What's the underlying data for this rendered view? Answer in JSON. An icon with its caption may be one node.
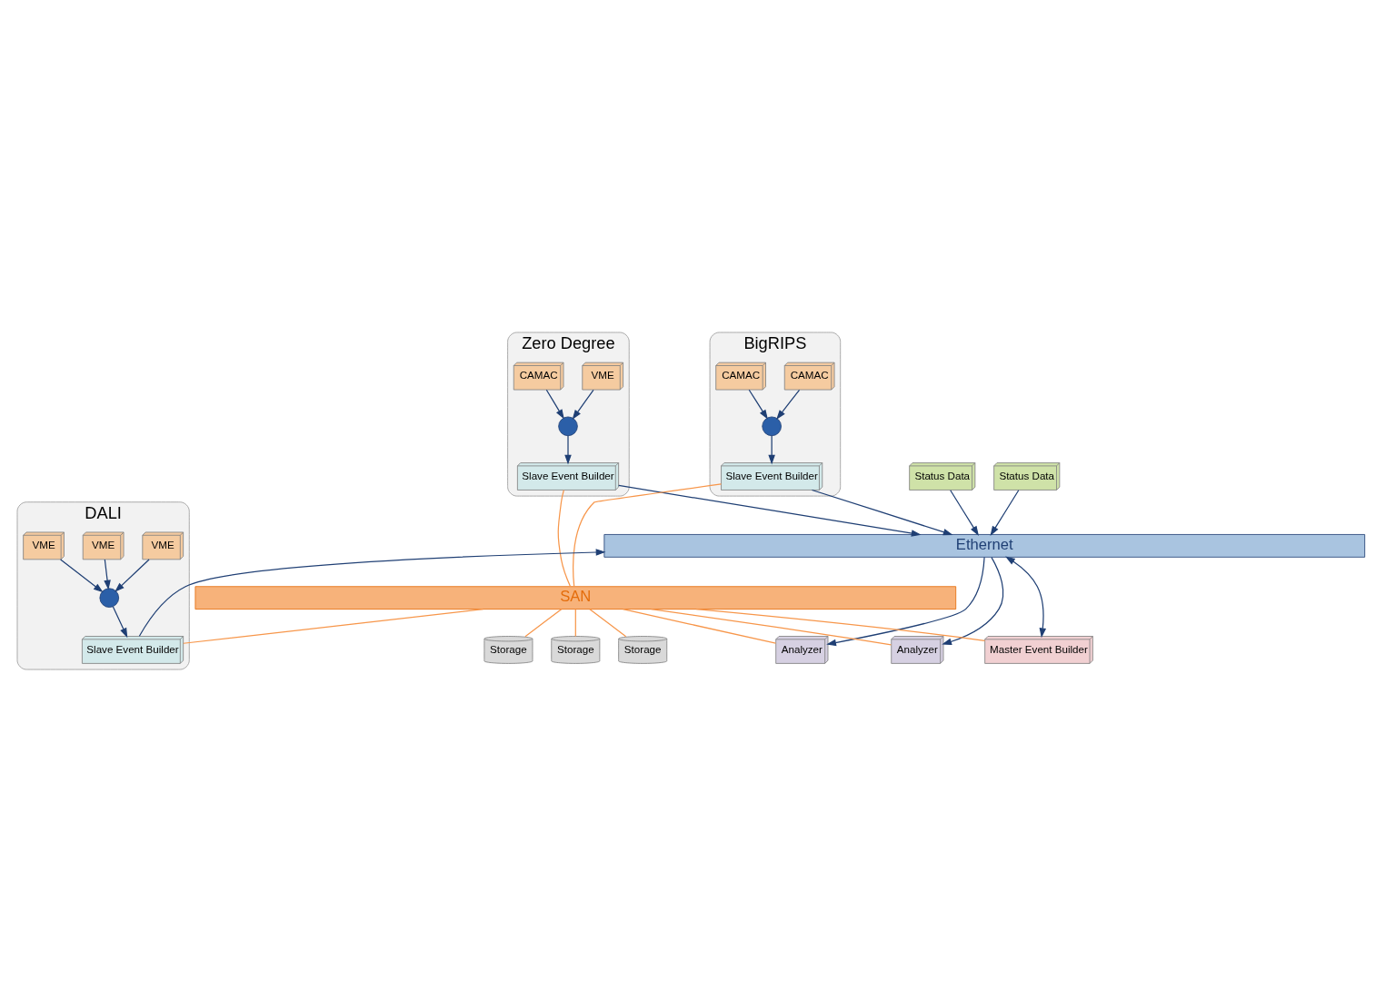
{
  "diagram": {
    "nodes": [
      {
        "text": [
          "Zero Degree"
        ]
      },
      {
        "text": [
          "VME"
        ],
        "in": 0
      },
      {
        "text": [
          "CAMAC"
        ],
        "in": 0
      },
      {
        "text": [],
        "shape": "circle",
        "in": 0
      },
      {
        "text": [
          "Slave Event Builder"
        ],
        "in": 0
      },
      {
        "text": [
          "BigRIPS"
        ]
      },
      {
        "text": [
          "CAMAC"
        ],
        "in": 5
      },
      {
        "text": [
          "CAMAC"
        ],
        "in": 5
      },
      {
        "text": [],
        "shape": "circle",
        "in": 5
      },
      {
        "text": [
          "Slave Event Builder"
        ],
        "in": 5
      },
      {
        "text": [
          "Status Data"
        ]
      },
      {
        "text": [
          "Status Data"
        ]
      },
      {
        "text": [
          "Ethernet"
        ]
      },
      {
        "text": [
          "SAN"
        ]
      },
      {
        "text": [
          "DALI"
        ]
      },
      {
        "text": [
          "Slave Event Builder"
        ],
        "in": 14
      },
      {
        "text": [
          "VME"
        ],
        "in": 14
      },
      {
        "text": [],
        "shape": "circle",
        "in": 14
      },
      {
        "text": [
          "VME"
        ],
        "in": 14
      },
      {
        "text": [
          "VME"
        ],
        "in": 14
      },
      {
        "text": [
          "Storage"
        ]
      },
      {
        "text": [
          "Storage"
        ]
      },
      {
        "text": [
          "Storage"
        ]
      },
      {
        "text": [
          "Master Event Builder"
        ]
      },
      {
        "text": [
          "Analyzer"
        ]
      },
      {
        "text": [
          "Analyzer"
        ]
      }
    ],
    "edges": [
      {
        "from": 1,
        "to": 3,
        "arrow": "to"
      },
      {
        "from": 2,
        "to": 3,
        "arrow": "to"
      },
      {
        "from": 3,
        "to": 4,
        "arrow": "to"
      },
      {
        "from": 4,
        "to": 12,
        "arrow": "to"
      },
      {
        "from": 4,
        "to": 13,
        "arrow": "none",
        "color": "#f7964a"
      },
      {
        "from": 6,
        "to": 8,
        "arrow": "to"
      },
      {
        "from": 7,
        "to": 8,
        "arrow": "to"
      },
      {
        "from": 8,
        "to": 9,
        "arrow": "to"
      },
      {
        "from": 9,
        "to": 12,
        "arrow": "to"
      },
      {
        "from": 9,
        "to": 13,
        "arrow": "none",
        "color": "#f7964a"
      },
      {
        "from": 10,
        "to": 12,
        "arrow": "to"
      },
      {
        "from": 11,
        "to": 12,
        "arrow": "to"
      },
      {
        "from": 15,
        "to": 12,
        "arrow": "to"
      },
      {
        "from": 15,
        "to": 13,
        "arrow": "none",
        "color": "#f7964a"
      },
      {
        "from": 16,
        "to": 17,
        "arrow": "to"
      },
      {
        "from": 18,
        "to": 17,
        "arrow": "to"
      },
      {
        "from": 19,
        "to": 17,
        "arrow": "to"
      },
      {
        "from": 17,
        "to": 15,
        "arrow": "to"
      },
      {
        "from": 20,
        "to": 13,
        "arrow": "none",
        "color": "#f7964a"
      },
      {
        "from": 21,
        "to": 13,
        "arrow": "none",
        "color": "#f7964a"
      },
      {
        "from": 22,
        "to": 13,
        "arrow": "none",
        "color": "#f7964a"
      },
      {
        "from": 12,
        "to": 23,
        "arrow": "both"
      },
      {
        "from": 23,
        "to": 13,
        "arrow": "none",
        "color": "#f7964a"
      },
      {
        "from": 12,
        "to": 24,
        "arrow": "to"
      },
      {
        "from": 24,
        "to": 13,
        "arrow": "none",
        "color": "#f7964a"
      },
      {
        "from": 12,
        "to": 25,
        "arrow": "to"
      },
      {
        "from": 25,
        "to": 13,
        "arrow": "none",
        "color": "#f7964a"
      }
    ]
  }
}
